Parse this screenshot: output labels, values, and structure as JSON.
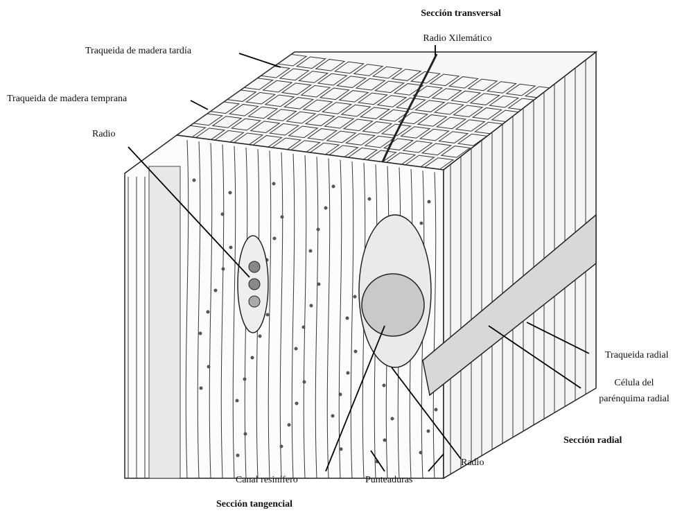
{
  "labels": {
    "transversal": "Sección transversal",
    "radio_xilematico": "Radio Xilemático",
    "traqueida_tardia": "Traqueida de madera tardía",
    "traqueida_temprana": "Traqueida de madera temprana",
    "radio_left": "Radio",
    "traqueida_radial": "Traqueida radial",
    "celula_line1": "Célula del",
    "celula_line2": "parénquima radial",
    "seccion_radial": "Sección radial",
    "radio_bottom": "Radio",
    "canal_resinifero": "Canal resinífero",
    "punteaduras": "Punteaduras",
    "tangencial": "Sección tangencial"
  }
}
